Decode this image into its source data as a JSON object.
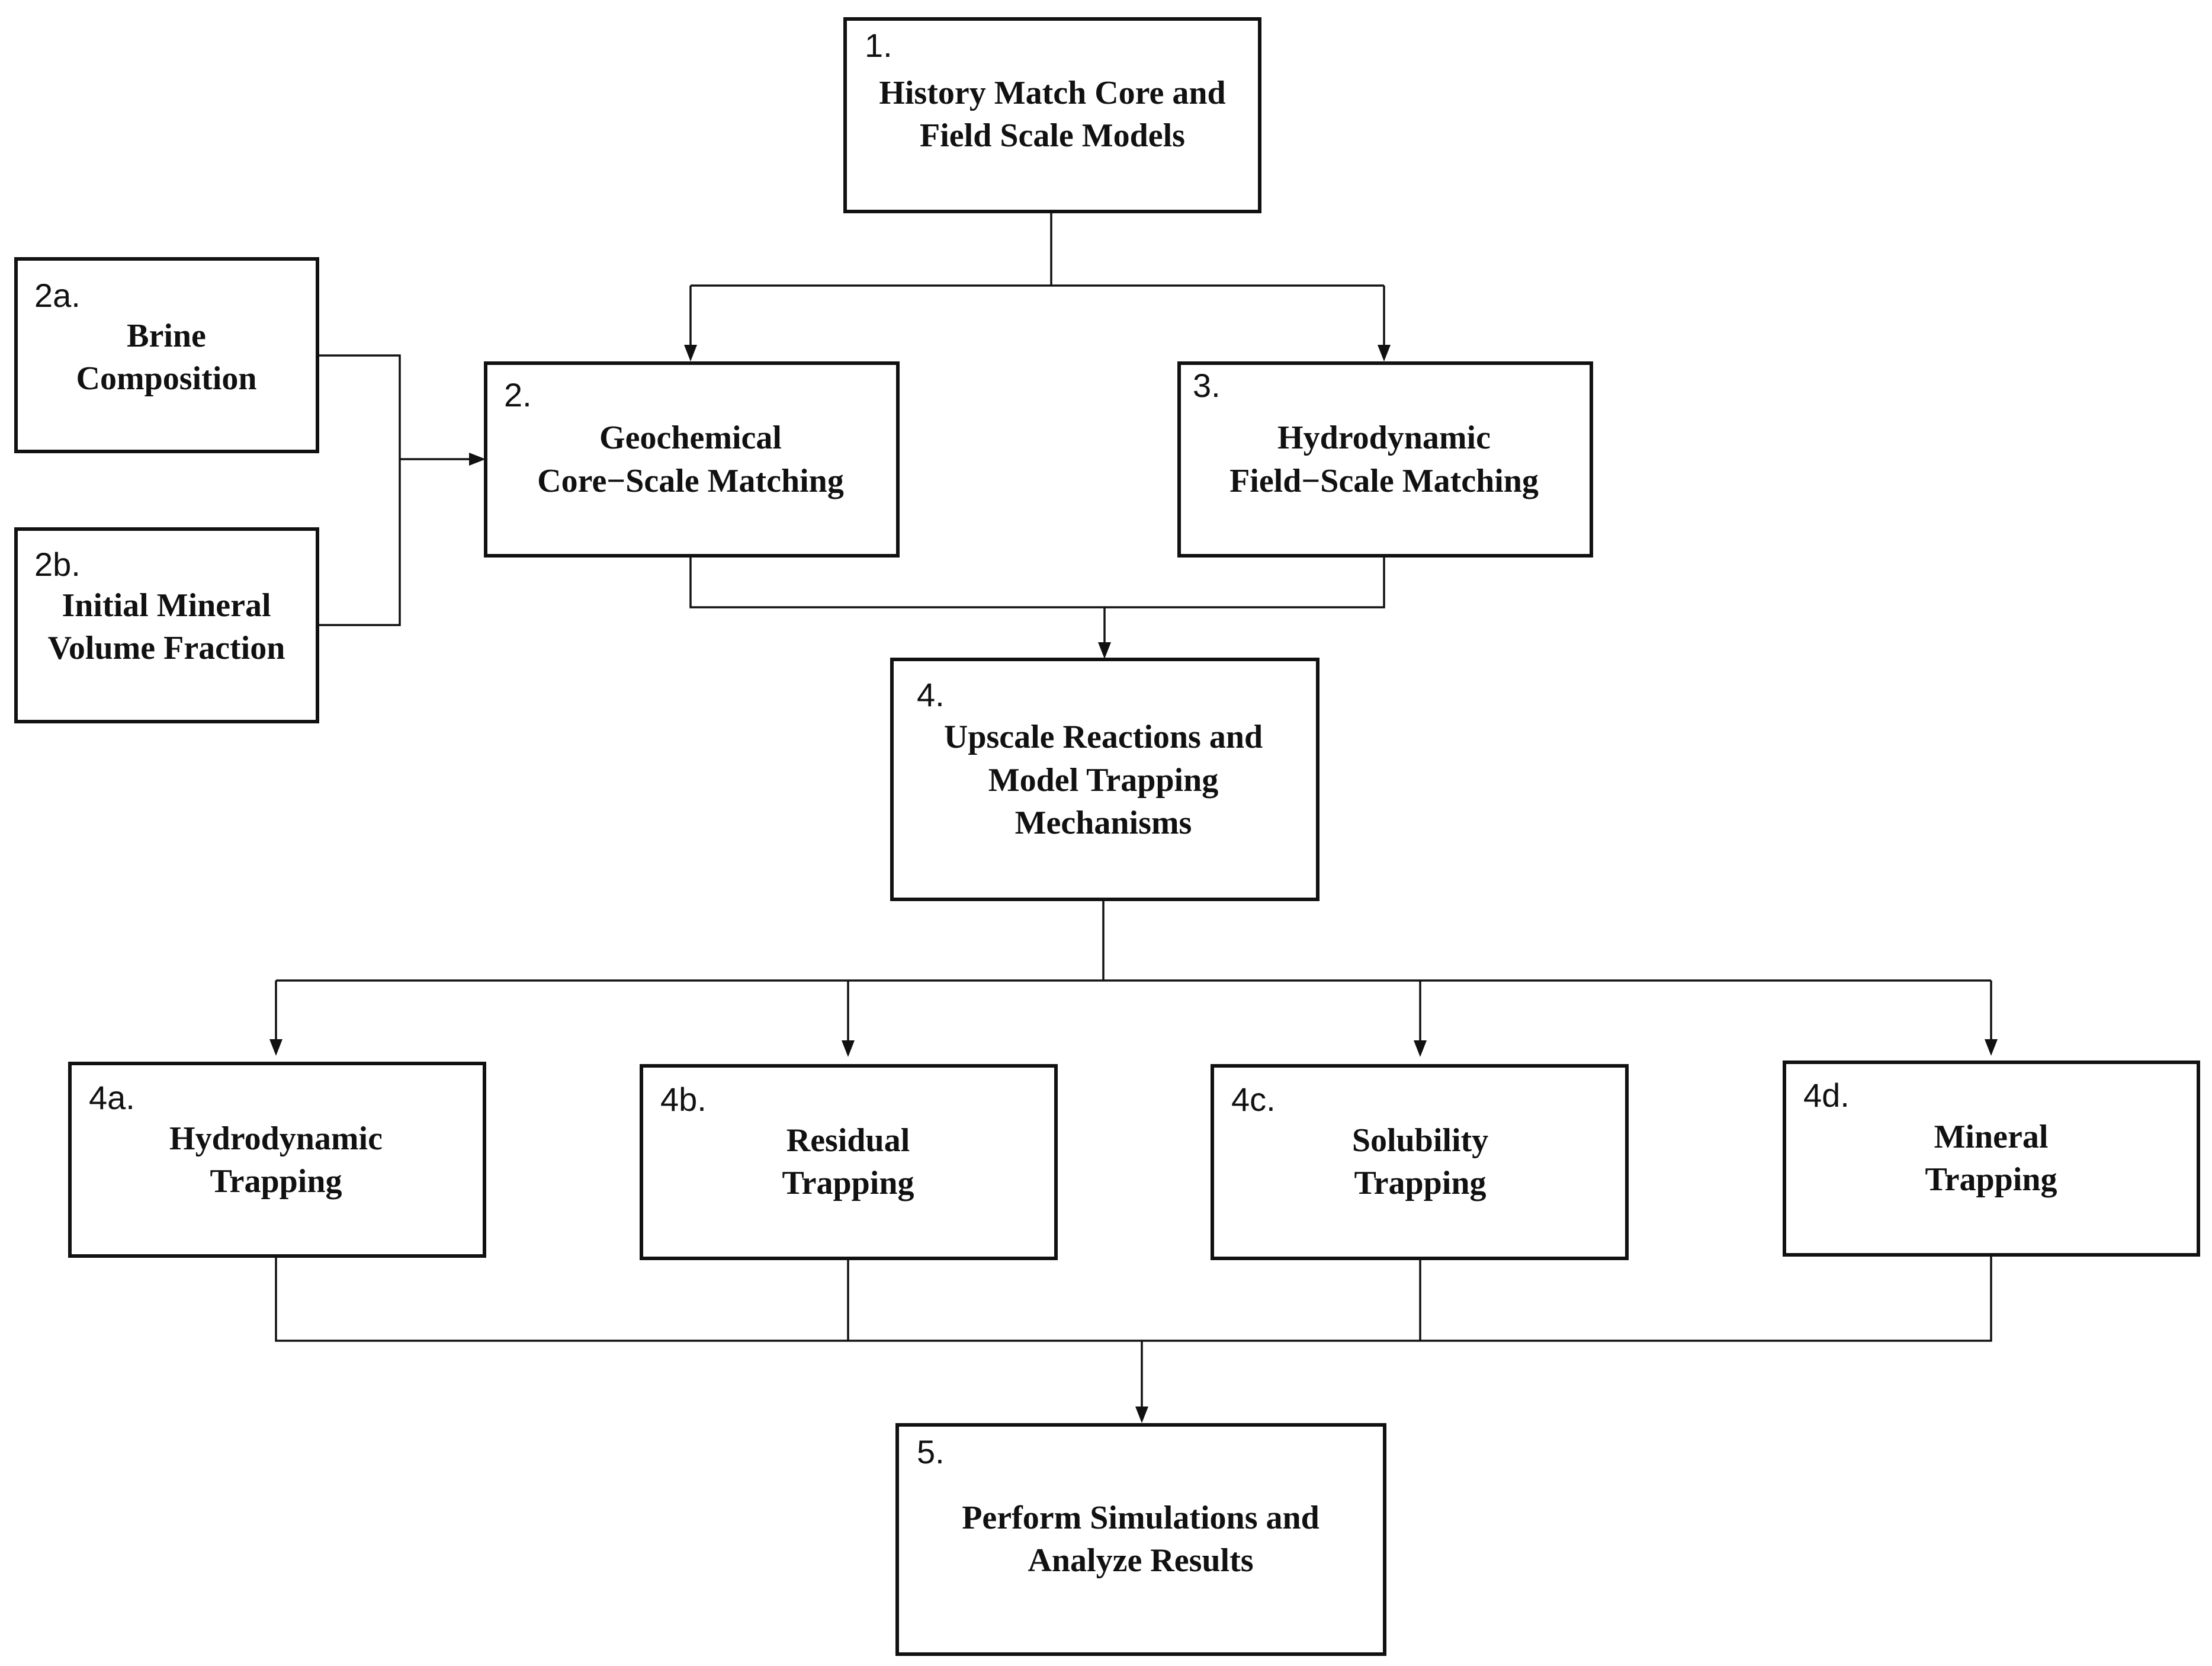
{
  "nodes": {
    "n1": {
      "number": "1.",
      "lines": [
        "History Match Core and",
        "Field Scale Models"
      ]
    },
    "n2a": {
      "number": "2a.",
      "lines": [
        "Brine",
        "Composition"
      ]
    },
    "n2b": {
      "number": "2b.",
      "lines": [
        "Initial Mineral",
        "Volume Fraction"
      ]
    },
    "n2": {
      "number": "2.",
      "lines": [
        "Geochemical",
        "Core−Scale Matching"
      ]
    },
    "n3": {
      "number": "3.",
      "lines": [
        "Hydrodynamic",
        "Field−Scale Matching"
      ]
    },
    "n4": {
      "number": "4.",
      "lines": [
        "Upscale Reactions and",
        "Model Trapping",
        "Mechanisms"
      ]
    },
    "n4a": {
      "number": "4a.",
      "lines": [
        "Hydrodynamic",
        "Trapping"
      ]
    },
    "n4b": {
      "number": "4b.",
      "lines": [
        "Residual",
        "Trapping"
      ]
    },
    "n4c": {
      "number": "4c.",
      "lines": [
        "Solubility",
        "Trapping"
      ]
    },
    "n4d": {
      "number": "4d.",
      "lines": [
        "Mineral",
        "Trapping"
      ]
    },
    "n5": {
      "number": "5.",
      "lines": [
        "Perform Simulations and",
        "Analyze Results"
      ]
    }
  }
}
